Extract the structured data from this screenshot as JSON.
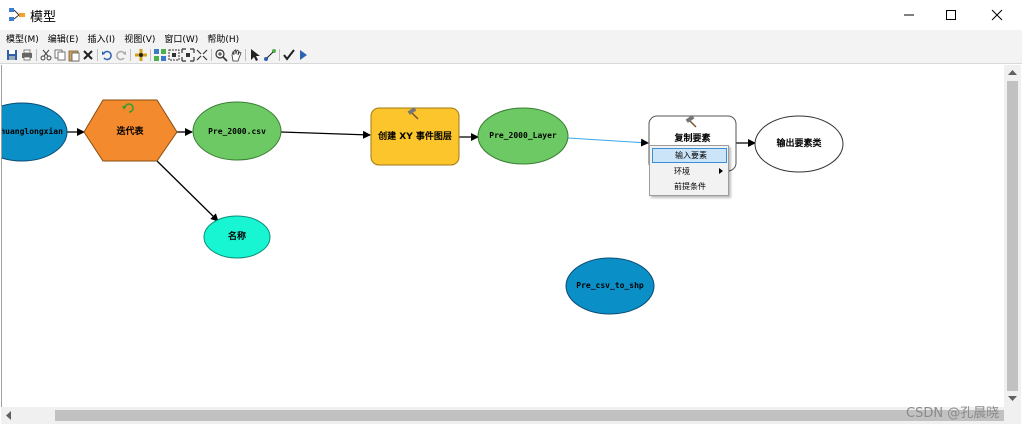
{
  "window": {
    "title": "模型",
    "controls": [
      "minimize-icon",
      "maximize-icon",
      "close-icon"
    ]
  },
  "menu": {
    "items": [
      {
        "label": "模型(M)"
      },
      {
        "label": "编辑(E)"
      },
      {
        "label": "插入(I)"
      },
      {
        "label": "视图(V)"
      },
      {
        "label": "窗口(W)"
      },
      {
        "label": "帮助(H)"
      }
    ]
  },
  "toolbar": {
    "icons": [
      "save-icon",
      "print-icon",
      "cut-icon",
      "copy-icon",
      "paste-icon",
      "delete-icon",
      "undo-icon",
      "redo-icon",
      "add-data-icon",
      "auto-layout-icon",
      "select-all-icon",
      "full-extent-icon",
      "fit-icon",
      "zoom-in-icon",
      "pan-icon",
      "select-pointer-icon",
      "connect-icon",
      "validate-icon",
      "run-icon"
    ]
  },
  "model": {
    "nodes": {
      "input_data": "Pre_huanglongxian",
      "iterator": "迭代表",
      "csv": "Pre_2000.csv",
      "name_var": "名称",
      "tool_xy": "创建 XY 事件图层",
      "layer": "Pre_2000_Layer",
      "tool_copy": "复制要素",
      "output": "输出要素类",
      "free_var": "Pre_csv_to_shp"
    },
    "colors": {
      "input": "#0a8fc7",
      "iterator": "#f38a2d",
      "derived": "#6cc964",
      "tool": "#fcc52b",
      "parameter": "#18f5d2",
      "selected_link": "#3aa7e8"
    }
  },
  "context_menu": {
    "items": [
      {
        "label": "输入要素",
        "highlighted": true
      },
      {
        "label": "环境",
        "has_submenu": true
      },
      {
        "label": "前提条件"
      }
    ]
  },
  "watermark": "CSDN @孔晨晓"
}
